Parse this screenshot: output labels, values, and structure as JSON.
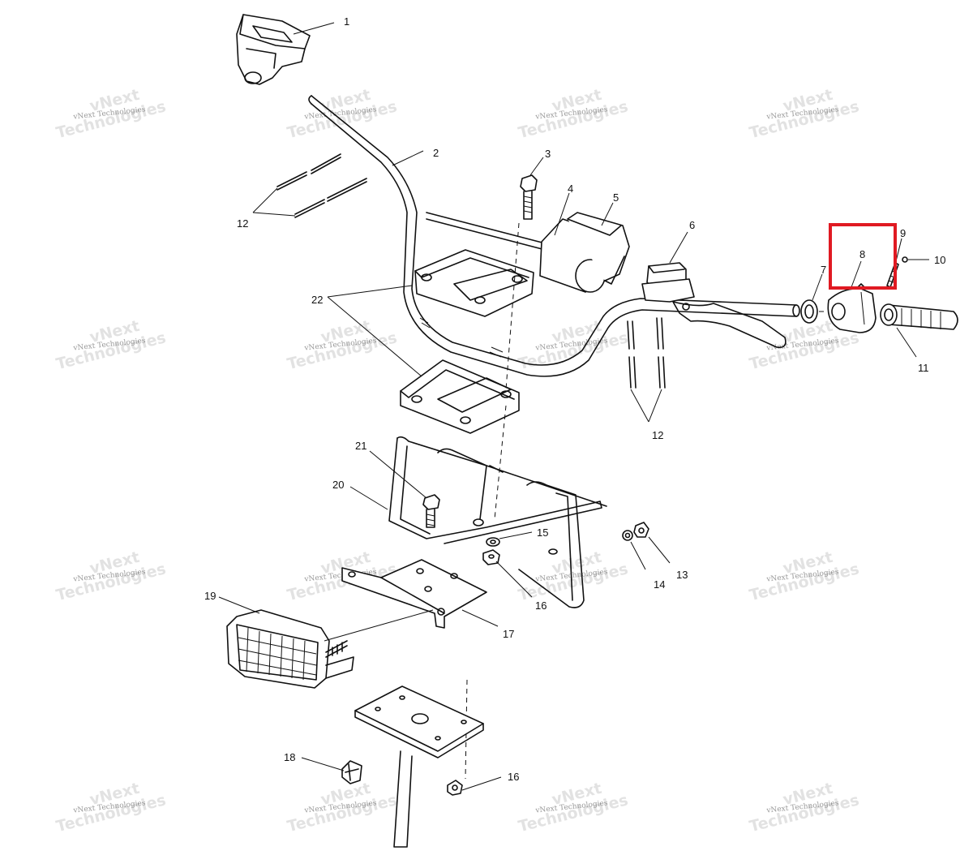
{
  "watermark": {
    "brand_line": "vNext",
    "name_line": "Technologies",
    "small_text": "vNext Technologies"
  },
  "callouts": [
    {
      "id": "c1",
      "text": "1"
    },
    {
      "id": "c2",
      "text": "2"
    },
    {
      "id": "c3",
      "text": "3"
    },
    {
      "id": "c4",
      "text": "4"
    },
    {
      "id": "c5",
      "text": "5"
    },
    {
      "id": "c6",
      "text": "6"
    },
    {
      "id": "c7",
      "text": "7"
    },
    {
      "id": "c8",
      "text": "8"
    },
    {
      "id": "c9",
      "text": "9"
    },
    {
      "id": "c10",
      "text": "10"
    },
    {
      "id": "c11",
      "text": "11"
    },
    {
      "id": "c12a",
      "text": "12"
    },
    {
      "id": "c12b",
      "text": "12"
    },
    {
      "id": "c13",
      "text": "13"
    },
    {
      "id": "c14",
      "text": "14"
    },
    {
      "id": "c15",
      "text": "15"
    },
    {
      "id": "c16a",
      "text": "16"
    },
    {
      "id": "c16b",
      "text": "16"
    },
    {
      "id": "c17",
      "text": "17"
    },
    {
      "id": "c18",
      "text": "18"
    },
    {
      "id": "c19",
      "text": "19"
    },
    {
      "id": "c20",
      "text": "20"
    },
    {
      "id": "c21",
      "text": "21"
    },
    {
      "id": "c22",
      "text": "22"
    }
  ],
  "highlight": {
    "color": "#e01a22",
    "target_callout": "8"
  }
}
